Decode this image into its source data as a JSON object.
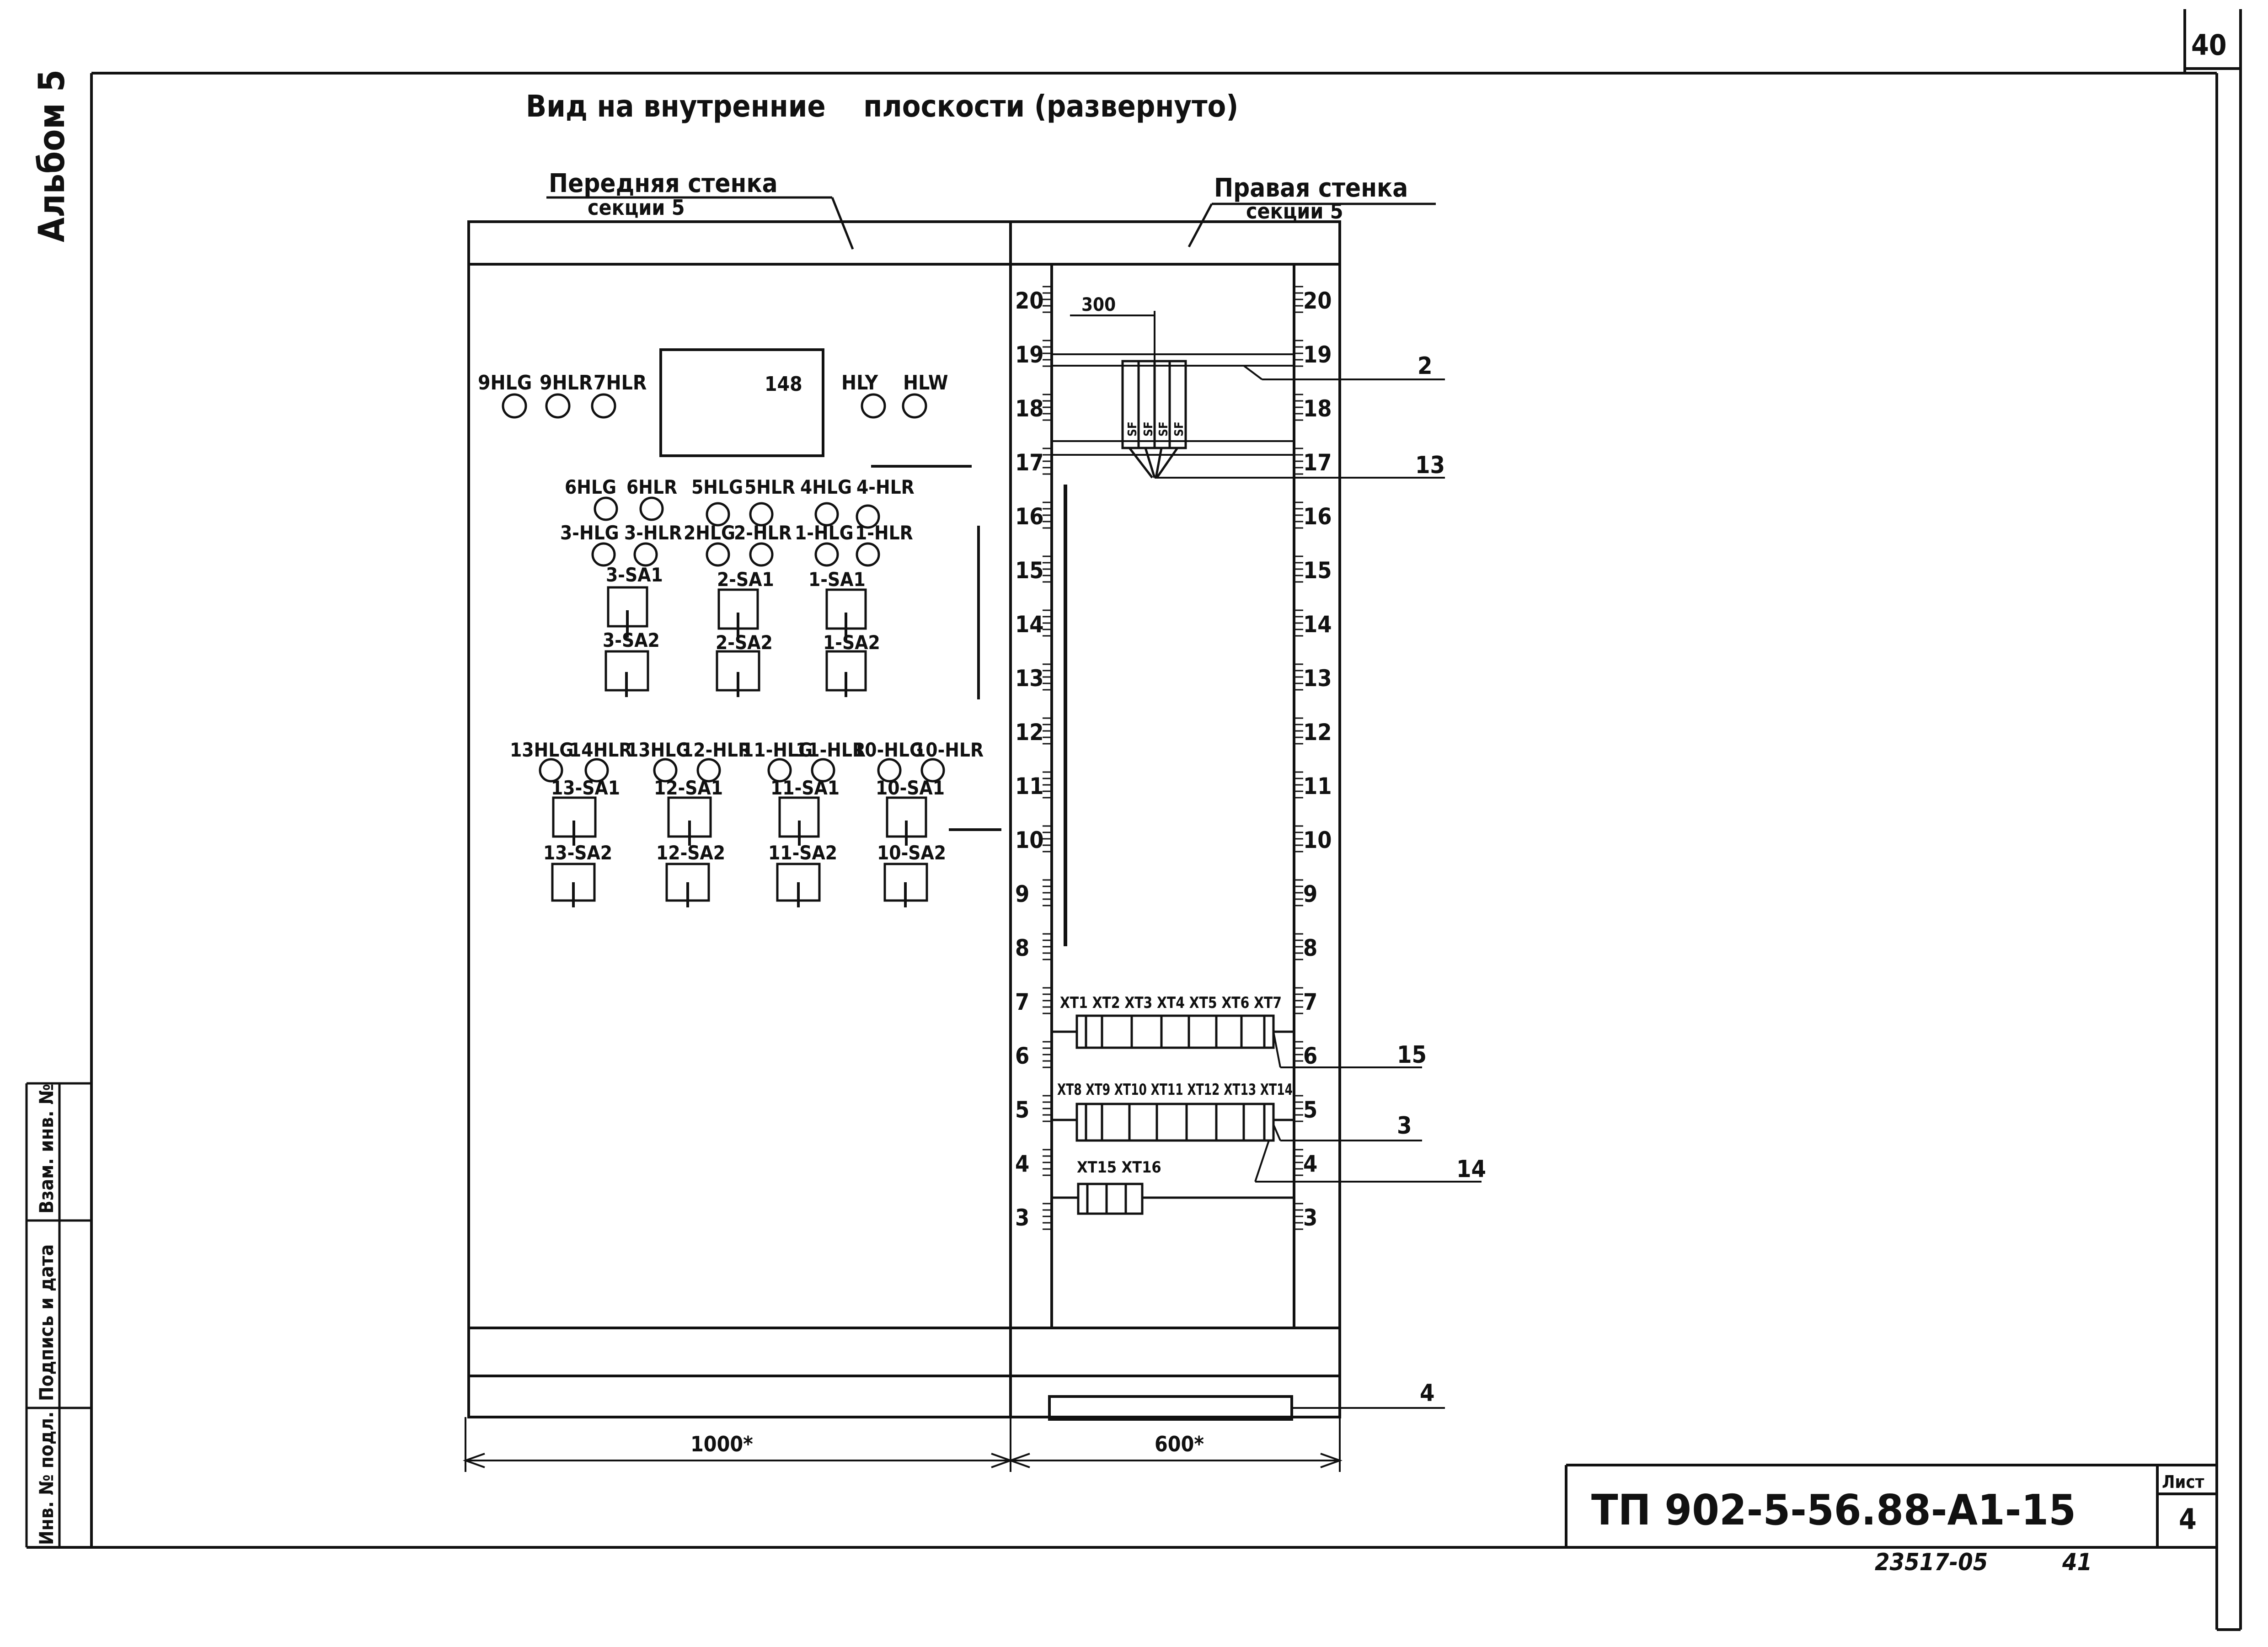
{
  "sheet": {
    "album_label": "Альбом 5",
    "page_number_top": "40",
    "title": "Вид на внутренние    плоскости (развернуто)",
    "doc_code": "ТП 902-5-56.88-А1-15",
    "sheet_label": "Лист",
    "sheet_number": "4",
    "stamp_number": "23517-05",
    "stamp_extra": "41",
    "side_fields": [
      "Инв. № подл.",
      "Подпись и дата",
      "Взам. инв. №"
    ]
  },
  "front_wall": {
    "title": "Передняя стенка",
    "subtitle": "секции 5",
    "meter_label": "148",
    "top_lamps": [
      "9HLG",
      "9HLR",
      "7HLR"
    ],
    "right_lamps": [
      "HLY",
      "HLW"
    ],
    "row2_lamps": [
      "6HLG",
      "6HLR",
      "5HLG",
      "5HLR",
      "4HLG",
      "4-HLR"
    ],
    "row3_lamps": [
      "3-HLG",
      "3-HLR",
      "2HLG",
      "2-HLR",
      "1-HLG",
      "1-HLR"
    ],
    "switches_top_sa1": [
      "3-SA1",
      "2-SA1",
      "1-SA1"
    ],
    "switches_top_sa2": [
      "3-SA2",
      "2-SA2",
      "1-SA2"
    ],
    "lower_lamps": [
      "13HLG",
      "14HLR",
      "13HLG",
      "12-HLR",
      "11-HLG",
      "11-HLR",
      "10-HLG",
      "10-HLR"
    ],
    "switches_low_sa1": [
      "13-SA1",
      "12-SA1",
      "11-SA1",
      "10-SA1"
    ],
    "switches_low_sa2": [
      "13-SA2",
      "12-SA2",
      "11-SA2",
      "10-SA2"
    ],
    "width_dim": "1000*"
  },
  "right_wall": {
    "title": "Правая стенка",
    "subtitle": "секции 5",
    "dim_300": "300",
    "scale_left": [
      "20",
      "19",
      "18",
      "17",
      "16",
      "15",
      "14",
      "13",
      "12",
      "11",
      "10",
      "9",
      "8",
      "7",
      "6",
      "5",
      "4",
      "3"
    ],
    "scale_right": [
      "20",
      "19",
      "18",
      "17",
      "16",
      "15",
      "14",
      "13",
      "12",
      "11",
      "10",
      "9",
      "8",
      "7",
      "6",
      "5",
      "4",
      "3"
    ],
    "terminals_row1": "XT1 XT2 XT3 XT4 XT5 XT6 XT7",
    "terminals_row2": "XT8 XT9 XT10 XT11 XT12 XT13 XT14",
    "terminals_row3": "XT15 XT16",
    "width_dim": "600*",
    "breaker_label": "SF",
    "callouts": [
      "2",
      "13",
      "15",
      "3",
      "14",
      "4"
    ]
  }
}
